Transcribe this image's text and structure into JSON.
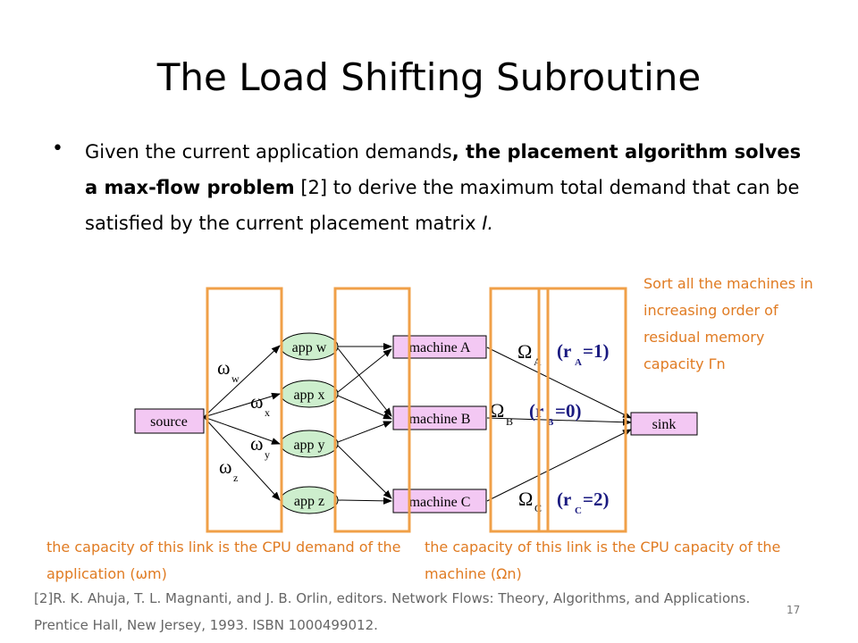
{
  "slide": {
    "title": "The Load Shifting Subroutine",
    "bullet": {
      "part1": "Given the current application demands",
      "part2_bold": ", the placement algorithm solves a max-flow problem",
      "part3": " [2] to derive the maximum total demand that can be satisfied by the current placement matrix ",
      "part4_italic": "I.",
      "bullet_symbol": "•"
    },
    "notes": {
      "right": "Sort all the machines in increasing order of residual memory capacity Γn",
      "left": "the capacity of this link is the CPU demand of the application (ωm)",
      "mid": "the capacity of this link is the CPU capacity of the machine (Ωn)"
    },
    "reference": "[2]R. K. Ahuja, T. L. Magnanti, and J. B. Orlin, editors. Network Flows: Theory, Algorithms, and Applications. Prentice Hall, New Jersey, 1993. ISBN 1000499012.",
    "page_number": "17"
  },
  "diagram": {
    "source_label": "source",
    "sink_label": "sink",
    "apps": [
      "app w",
      "app x",
      "app y",
      "app z"
    ],
    "machines": [
      "machine A",
      "machine B",
      "machine C"
    ],
    "omega_app_labels": [
      {
        "sym": "ω",
        "sub": "w"
      },
      {
        "sym": "ω",
        "sub": "x"
      },
      {
        "sym": "ω",
        "sub": "y"
      },
      {
        "sym": "ω",
        "sub": "z"
      }
    ],
    "Omega_machine_labels": [
      {
        "sym": "Ω",
        "sub": "A"
      },
      {
        "sym": "Ω",
        "sub": "B"
      },
      {
        "sym": "Ω",
        "sub": "C"
      }
    ],
    "rank_labels": [
      {
        "open": "(r",
        "sub": "A",
        "close": "=1)"
      },
      {
        "open": "(r",
        "sub": "B",
        "close": "=0)"
      },
      {
        "open": "(r",
        "sub": "C",
        "close": "=2)"
      }
    ],
    "colors": {
      "box_fill": "#f3c8f3",
      "app_fill": "#cdeecd",
      "highlight": "#f0a048",
      "rank_text": "#1a1a80",
      "note_text": "#e07b22"
    }
  }
}
